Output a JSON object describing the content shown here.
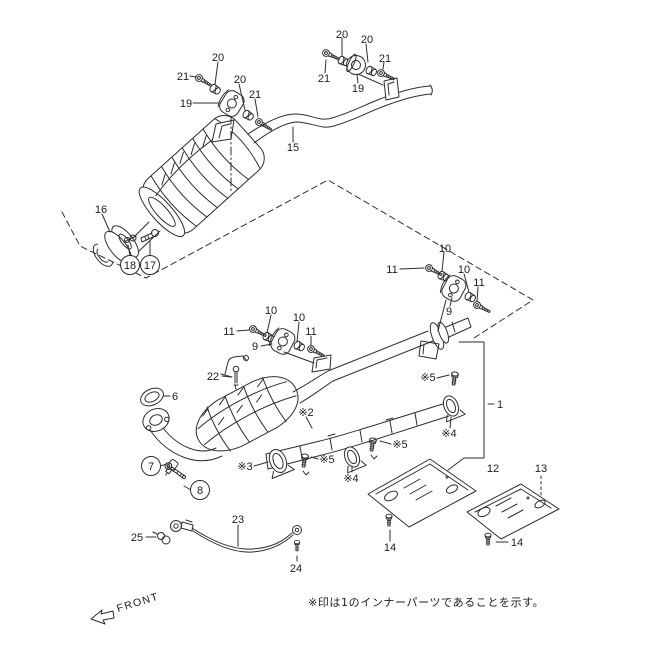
{
  "diagram": {
    "kind": "exploded-parts-diagram-exhaust-system",
    "line_color": "#2e2e2e",
    "background": "#ffffff",
    "front_label": "FRONT",
    "note": "※印は1のインナーパーツであることを示す。",
    "callouts": [
      {
        "t": "20"
      },
      {
        "t": "21"
      },
      {
        "t": "20"
      },
      {
        "t": "19"
      },
      {
        "t": "21"
      },
      {
        "t": "15"
      },
      {
        "t": "16"
      },
      {
        "t": "18"
      },
      {
        "t": "17"
      },
      {
        "t": "20"
      },
      {
        "t": "20"
      },
      {
        "t": "21"
      },
      {
        "t": "21"
      },
      {
        "t": "19"
      },
      {
        "t": "10"
      },
      {
        "t": "11"
      },
      {
        "t": "10"
      },
      {
        "t": "11"
      },
      {
        "t": "9"
      },
      {
        "t": "10"
      },
      {
        "t": "10"
      },
      {
        "t": "11"
      },
      {
        "t": "11"
      },
      {
        "t": "9"
      },
      {
        "t": "22"
      },
      {
        "t": "6"
      },
      {
        "t": "7"
      },
      {
        "t": "8"
      },
      {
        "t": "※2"
      },
      {
        "t": "※3"
      },
      {
        "t": "※5"
      },
      {
        "t": "※4"
      },
      {
        "t": "※5"
      },
      {
        "t": "※5"
      },
      {
        "t": "※4"
      },
      {
        "t": "1"
      },
      {
        "t": "12"
      },
      {
        "t": "13"
      },
      {
        "t": "14"
      },
      {
        "t": "14"
      },
      {
        "t": "23"
      },
      {
        "t": "24"
      },
      {
        "t": "25"
      }
    ]
  }
}
